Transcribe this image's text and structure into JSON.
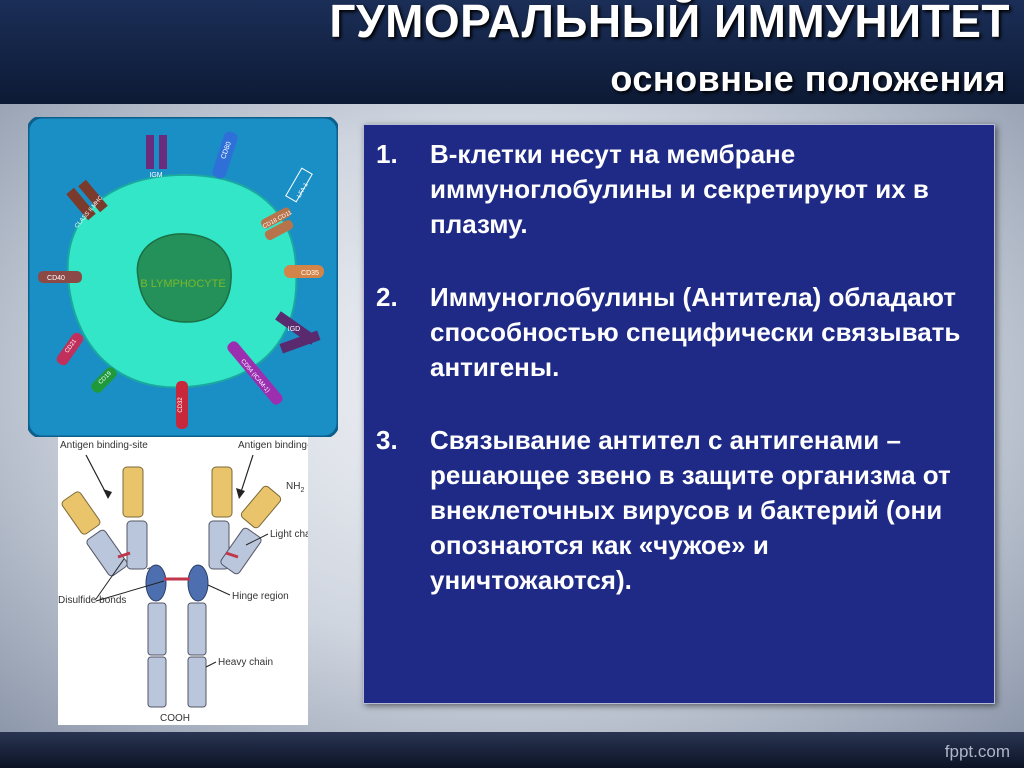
{
  "slide": {
    "title": "ГУМОРАЛЬНЫЙ ИММУНИТЕТ",
    "subtitle": "основные положения",
    "points": [
      {
        "number": "1.",
        "text": "В-клетки несут на мембране иммуноглобулины и секретируют их в плазму."
      },
      {
        "number": "2.",
        "text": "Иммуноглобулины (Антитела) обладают способностью специфически связывать антигены."
      },
      {
        "number": "3.",
        "text": "Связывание антител с антигенами – решающее звено в защите организма от внеклеточных вирусов и бактерий (они опознаются как «чужое» и уничтожаются)."
      }
    ],
    "brand": "fppt.com"
  },
  "cell_figure": {
    "cell_label": "B LYMPHOCYTE",
    "receptors": [
      "IGM",
      "CD80",
      "CLASS II MHC",
      "LFA-1",
      "CD18 CD11",
      "CD40",
      "CD35",
      "IGD",
      "CD21",
      "CD19",
      "CD32",
      "CD54 (ICAM-1)"
    ],
    "colors": {
      "background": "#1a8fc6",
      "cytoplasm": "#33e6c8",
      "nucleus": "#24915a"
    }
  },
  "antibody_figure": {
    "labels": {
      "antigen_left": "Antigen binding-site",
      "antigen_right": "Antigen binding-site",
      "nh2": "NH",
      "nh2_sub": "2",
      "light_chain": "Light chain",
      "hinge": "Hinge region",
      "disulfide": "Disulfide bonds",
      "heavy_chain": "Heavy chain",
      "cooh": "COOH"
    },
    "colors": {
      "variable": "#e9c46a",
      "constant": "#b9c6dc",
      "hinge_domain": "#4d6fb0",
      "bond": "#c0364a"
    }
  }
}
